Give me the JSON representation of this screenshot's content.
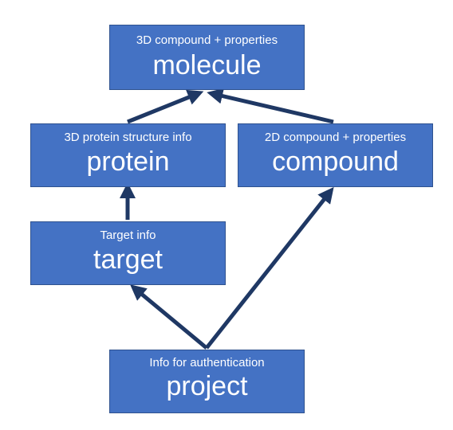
{
  "nodes": {
    "molecule": {
      "name": "molecule",
      "info": "3D compound + properties"
    },
    "protein": {
      "name": "protein",
      "info": "3D protein structure info"
    },
    "compound": {
      "name": "compound",
      "info": "2D compound + properties"
    },
    "target": {
      "name": "target",
      "info": "Target info"
    },
    "project": {
      "name": "project",
      "info": "Info for authentication"
    }
  },
  "edges": [
    {
      "from": "protein",
      "to": "molecule"
    },
    {
      "from": "compound",
      "to": "molecule"
    },
    {
      "from": "target",
      "to": "protein"
    },
    {
      "from": "project",
      "to": "target"
    },
    {
      "from": "project",
      "to": "compound"
    }
  ],
  "colors": {
    "box_fill": "#4472c4",
    "box_border": "#2f528f",
    "text": "#ffffff",
    "arrow": "#1f3864"
  }
}
